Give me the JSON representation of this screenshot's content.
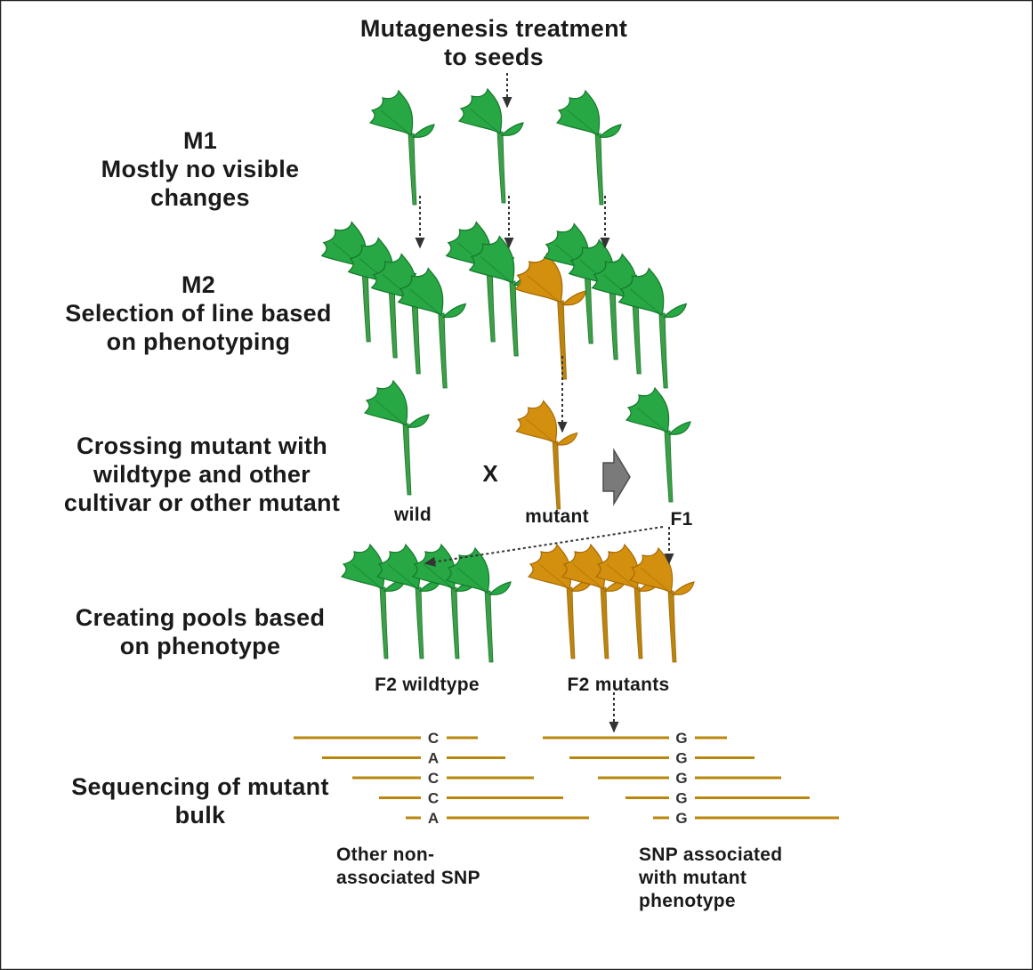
{
  "colors": {
    "wild_leaf": "#27a844",
    "wild_leaf_dark": "#16782c",
    "wild_stem": "#3e9f48",
    "mutant_leaf": "#d3900e",
    "mutant_leaf_dark": "#a56a06",
    "mutant_stem": "#b98410",
    "arrow_gray": "#7a7a7a",
    "seq_line": "#b8860b",
    "text": "#1a1a1a"
  },
  "top": {
    "line1": "Mutagenesis treatment",
    "line2": "to seeds"
  },
  "m1": {
    "title": "M1",
    "line1": "Mostly no visible",
    "line2": "changes"
  },
  "m2": {
    "title": "M2",
    "line1": "Selection of line based",
    "line2": "on phenotyping"
  },
  "crossing": {
    "line1": "Crossing mutant with",
    "line2": "wildtype and other",
    "line3": "cultivar or other mutant",
    "wild": "wild",
    "cross_symbol": "X",
    "mutant": "mutant",
    "f1": "F1"
  },
  "pools": {
    "line1": "Creating pools based",
    "line2": "on phenotype",
    "f2_wild": "F2 wildtype",
    "f2_mutant": "F2 mutants"
  },
  "sequencing": {
    "line1": "Sequencing of mutant",
    "line2": "bulk",
    "left_bases": [
      "C",
      "A",
      "C",
      "C",
      "A"
    ],
    "right_bases": [
      "G",
      "G",
      "G",
      "G",
      "G"
    ],
    "left_caption_1": "Other non-",
    "left_caption_2": "associated SNP",
    "right_caption_1": "SNP associated",
    "right_caption_2": "with mutant",
    "right_caption_3": "phenotype"
  }
}
